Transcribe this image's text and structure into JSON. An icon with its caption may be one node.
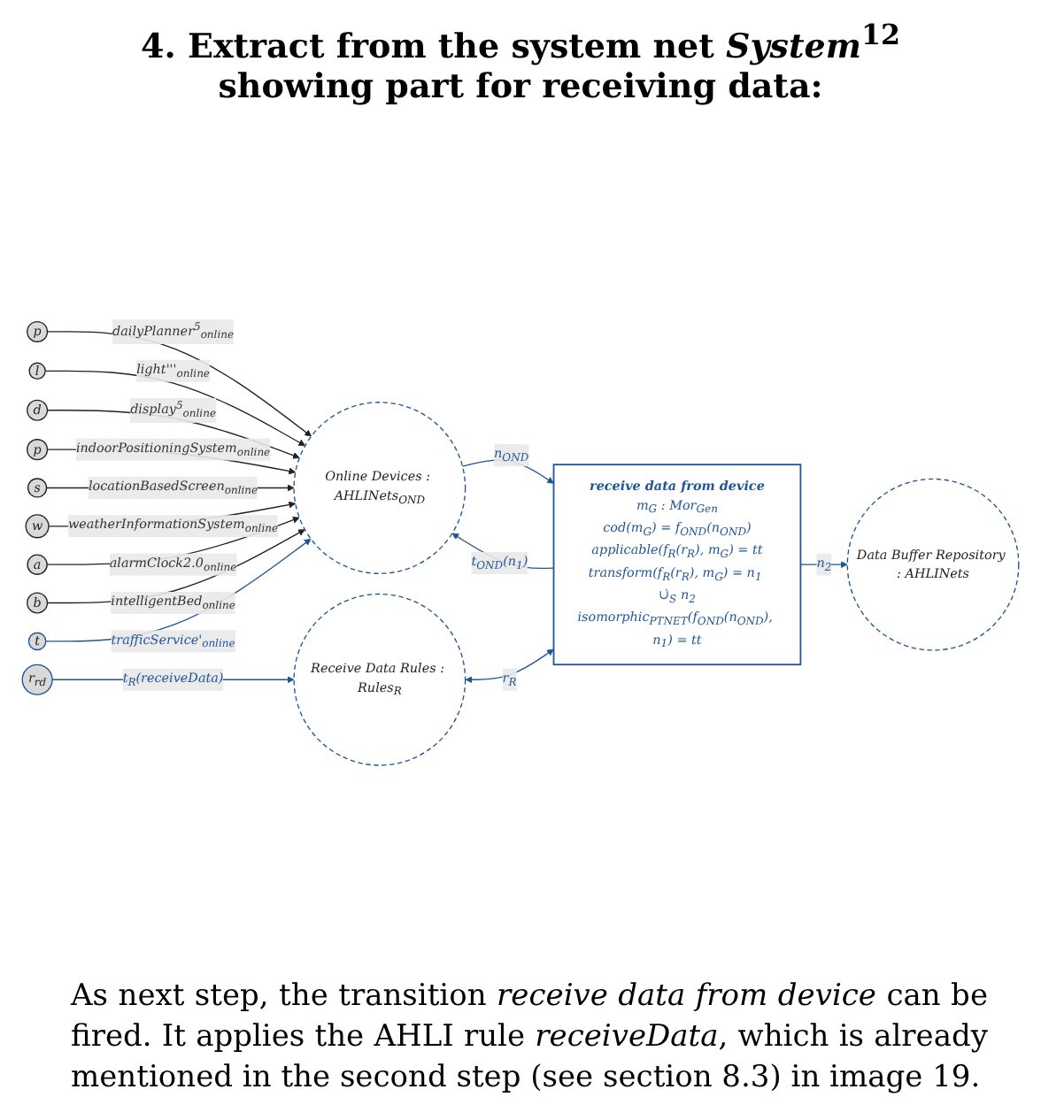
{
  "diagram": {
    "title": "4. Extract from the system net *System*$^{12}$ showing part for receiving data:",
    "caption": "As next step, the transition *receive data from device* can be fired. It applies the AHLI rule *receiveData*, which is already mentioned in the second step (see section 8.3) in image 19.",
    "nodes": [
      {
        "text": [
          "p"
        ]
      },
      {
        "text": [
          "l"
        ]
      },
      {
        "text": [
          "d"
        ]
      },
      {
        "text": [
          "p"
        ]
      },
      {
        "text": [
          "s"
        ]
      },
      {
        "text": [
          "w"
        ]
      },
      {
        "text": [
          "a"
        ]
      },
      {
        "text": [
          "b"
        ]
      },
      {
        "text": [
          "t"
        ]
      },
      {
        "text": [
          "Online Devices : AHLINets$_{OND}$"
        ]
      },
      {
        "text": [
          "r$_{rd}$"
        ]
      },
      {
        "text": [
          "Receive Data Rules : Rules$_{R}$"
        ]
      },
      {
        "text": [
          "Data Buffer Repository : AHLINets"
        ]
      },
      {
        "text": [
          "receive data from device",
          "m$_{G}$ : Mor$_{Gen}$",
          "cod(m$_{G}$) = f$_{OND}$(n$_{OND}$)",
          "applicable(f$_{R}$(r$_{R}$), m$_{G}$) = tt",
          "transform(f$_{R}$(r$_{R}$), m$_{G}$) = n$_{1}$ ∪̇$_{S}$ n$_{2}$",
          "isomorphic$_{PTNET}$(f$_{OND}$(n$_{OND}$), n$_{1}$) = tt"
        ]
      }
    ],
    "edges": [
      {
        "from": 0,
        "to": 9,
        "arrow": "to",
        "label": "dailyPlanner$^{5}$$_{online}$"
      },
      {
        "from": 1,
        "to": 9,
        "arrow": "to",
        "label": "light'''$_{online}$"
      },
      {
        "from": 2,
        "to": 9,
        "arrow": "to",
        "label": "display$^{5}$$_{online}$"
      },
      {
        "from": 3,
        "to": 9,
        "arrow": "to",
        "label": "indoorPositioningSystem$_{online}$"
      },
      {
        "from": 4,
        "to": 9,
        "arrow": "to",
        "label": "locationBasedScreen$_{online}$"
      },
      {
        "from": 5,
        "to": 9,
        "arrow": "to",
        "label": "weatherInformationSystem$_{online}$"
      },
      {
        "from": 6,
        "to": 9,
        "arrow": "to",
        "label": "alarmClock2.0$_{online}$"
      },
      {
        "from": 7,
        "to": 9,
        "arrow": "to",
        "label": "intelligentBed$_{online}$"
      },
      {
        "from": 8,
        "to": 9,
        "arrow": "to",
        "label": "trafficService'$_{online}$",
        "color": "#1f5597"
      },
      {
        "from": 9,
        "to": 13,
        "arrow": "to",
        "label": "n$_{OND}$",
        "color": "#1f5597"
      },
      {
        "from": 13,
        "to": 9,
        "arrow": "to",
        "label": "t$_{OND}$(n$_{1}$)",
        "color": "#1f5597"
      },
      {
        "from": 10,
        "to": 11,
        "arrow": "to",
        "label": "t$_{R}$(receiveData)",
        "color": "#1f5597"
      },
      {
        "from": 11,
        "to": 13,
        "arrow": "both",
        "label": "r$_{R}$",
        "color": "#1f5597"
      },
      {
        "from": 13,
        "to": 12,
        "arrow": "to",
        "label": "n$_{2}$",
        "color": "#1f5597"
      }
    ]
  }
}
